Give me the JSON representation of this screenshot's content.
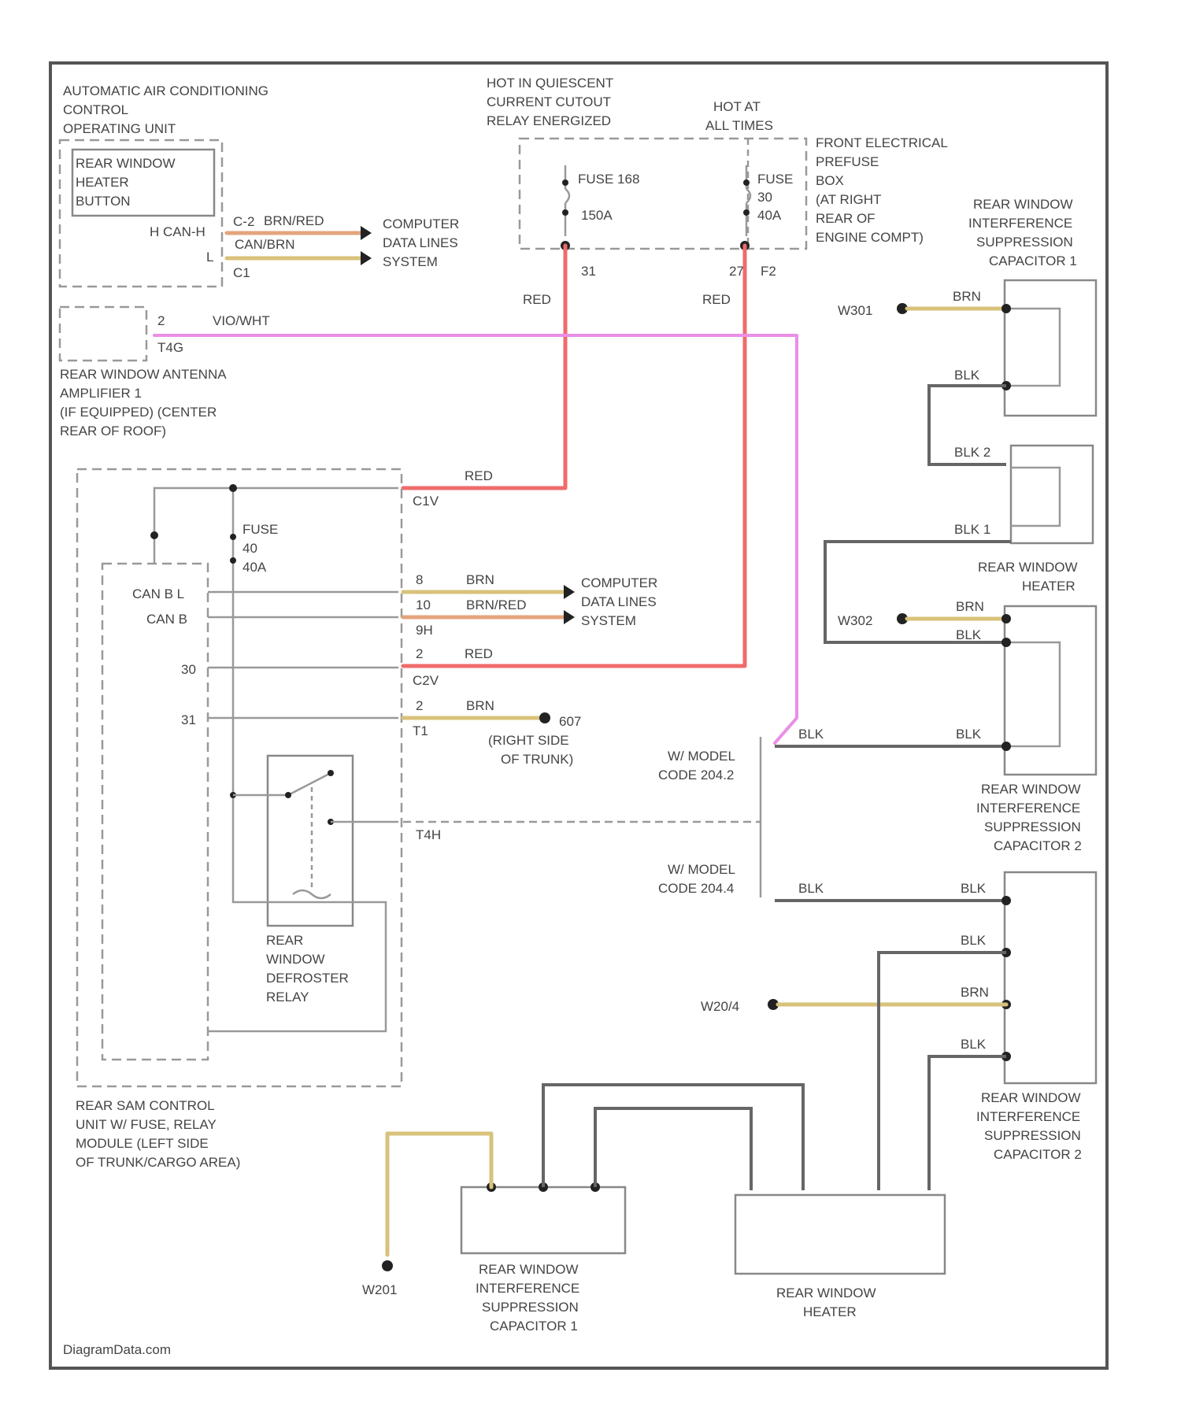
{
  "colors": {
    "red": "#ef6b6b",
    "pink": "#ea8fe6",
    "tan": "#d8c27a",
    "brown_red": "#e5a47c",
    "gray": "#6a6a6a",
    "outline": "#555555"
  },
  "labels": {
    "ac_unit": [
      "AUTOMATIC AIR CONDITIONING",
      "CONTROL",
      "OPERATING UNIT"
    ],
    "heater_button": [
      "REAR WINDOW",
      "HEATER",
      "BUTTON"
    ],
    "hcan_h": "H CAN-H",
    "hcan_l": "L",
    "pin_c2": "C-2",
    "pin_c1": "C1",
    "wire_brn_red": "BRN/RED",
    "wire_can_brn": "CAN/BRN",
    "computer_lines_top": [
      "COMPUTER",
      "DATA LINES",
      "SYSTEM"
    ],
    "hot_quiescent": [
      "HOT IN QUIESCENT",
      "CURRENT CUTOUT",
      "RELAY ENERGIZED"
    ],
    "hot_all_times": [
      "HOT AT",
      "ALL TIMES"
    ],
    "fuse_left": [
      "FUSE 168",
      "150A"
    ],
    "fuse_right": [
      "FUSE",
      "30",
      "40A"
    ],
    "pin_31": "31",
    "pin_f2": "F2",
    "pin_27": "27",
    "front_box": [
      "FRONT ELECTRICAL",
      "PREFUSE",
      "BOX",
      "(AT RIGHT",
      "REAR OF",
      "ENGINE COMPT)"
    ],
    "wire_red": "RED",
    "antenna_amp": [
      "REAR WINDOW ANTENNA",
      "AMPLIFIER 1",
      "(IF EQUIPPED) (CENTER",
      "REAR OF ROOF)"
    ],
    "pin_2": "2",
    "pin_t4g": "T4G",
    "wire_vio_wht": "VIO/WHT",
    "pin_c1v": "C1V",
    "fuse_sam": [
      "FUSE",
      "40",
      "40A"
    ],
    "can_b_l": "CAN B L",
    "can_b": "CAN B",
    "pin_30": "30",
    "pin_31b": "31",
    "pin_8": "8",
    "pin_10": "10",
    "pin_9h": "9H",
    "wire_brn": "BRN",
    "wire_brn_red2": "BRN/RED",
    "computer_lines_mid": [
      "COMPUTER",
      "DATA LINES",
      "SYSTEM"
    ],
    "pin_2b": "2",
    "pin_c2v": "C2V",
    "pin_2c": "2",
    "pin_t1": "T1",
    "wire_brn2": "BRN",
    "ground_trunk": [
      "607",
      "(RIGHT SIDE",
      "OF TRUNK)"
    ],
    "pin_t4h": "T4H",
    "relay_label": [
      "REAR",
      "WINDOW",
      "DEFROSTER",
      "RELAY"
    ],
    "sam_unit": [
      "REAR SAM CONTROL",
      "UNIT W/ FUSE, RELAY",
      "MODULE (LEFT SIDE",
      "OF TRUNK/CARGO AREA)"
    ],
    "model_1": [
      "W/ MODEL",
      "CODE 204.2"
    ],
    "model_2": [
      "W/ MODEL",
      "CODE 204.4"
    ],
    "supp_cap_1_right": [
      "REAR WINDOW",
      "INTERFERENCE",
      "SUPPRESSION",
      "CAPACITOR 1"
    ],
    "heater_right": [
      "REAR WINDOW",
      "HEATER"
    ],
    "supp_cap_2_right": [
      "REAR WINDOW",
      "INTERFERENCE",
      "SUPPRESSION",
      "CAPACITOR 2"
    ],
    "supp_cap_3_right": [
      "REAR WINDOW",
      "INTERFERENCE",
      "SUPPRESSION",
      "CAPACITOR 2"
    ],
    "ground_w301": "W301",
    "ground_w302": "W302",
    "ground_w20a": "W20/4",
    "ground_w201": "W201",
    "wire_blk": "BLK",
    "wire_blk1": "BLK 1",
    "wire_blk2": "BLK 2",
    "cap1_bottom": [
      "REAR WINDOW",
      "INTERFERENCE",
      "SUPPRESSION",
      "CAPACITOR 1"
    ],
    "heater_bottom": [
      "REAR WINDOW",
      "HEATER"
    ],
    "watermark": "DiagramData.com"
  }
}
